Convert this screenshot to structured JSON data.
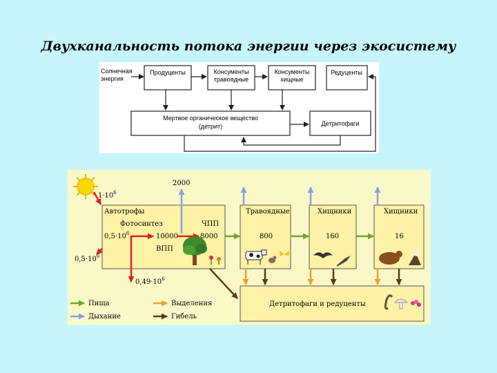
{
  "title": "Двухканальность потока энергии через экосистему",
  "top": {
    "sun_label_1": "Солнечная",
    "sun_label_2": "энергия",
    "producers": "Продуценты",
    "herb_1": "Консументы",
    "herb_2": "травоядные",
    "pred_1": "Консументы",
    "pred_2": "хищные",
    "reducers": "Редуценты",
    "dead_1": "Мертвое органическое вещество",
    "dead_2": "(детрит)",
    "detritophages": "Детритофаги"
  },
  "bottom": {
    "sun_input": "1·10",
    "sun_input_exp": "6",
    "reflected": "0,5·10",
    "reflected_exp": "6",
    "autotrophs": "Автотрофы",
    "photosynthesis": "Фотосинтез",
    "absorbed": "0,5·10",
    "absorbed_exp": "6",
    "gpp_value": "10000",
    "npp_label": "ЧПП",
    "npp_value": "8000",
    "gpp_label": "ВПП",
    "respiration_auto": "2000",
    "lost": "0,49·10",
    "lost_exp": "6",
    "herbivores": "Травоядные",
    "herbivores_value": "800",
    "predators1": "Хищники",
    "predators1_value": "160",
    "predators2": "Хищники",
    "predators2_value": "16",
    "detritus_box": "Детритофаги и редуценты",
    "legend": {
      "food": "Пища",
      "respiration": "Дыхание",
      "excretion": "Выделения",
      "death": "Гибель"
    }
  },
  "colors": {
    "background": "#c6f6fb",
    "panel": "#fbf8c8",
    "box": "#fdf2a6",
    "food": "#70a530",
    "respiration": "#7fa6dd",
    "excretion": "#f0a030",
    "death": "#5a3a1a",
    "energy": "#e02020"
  }
}
